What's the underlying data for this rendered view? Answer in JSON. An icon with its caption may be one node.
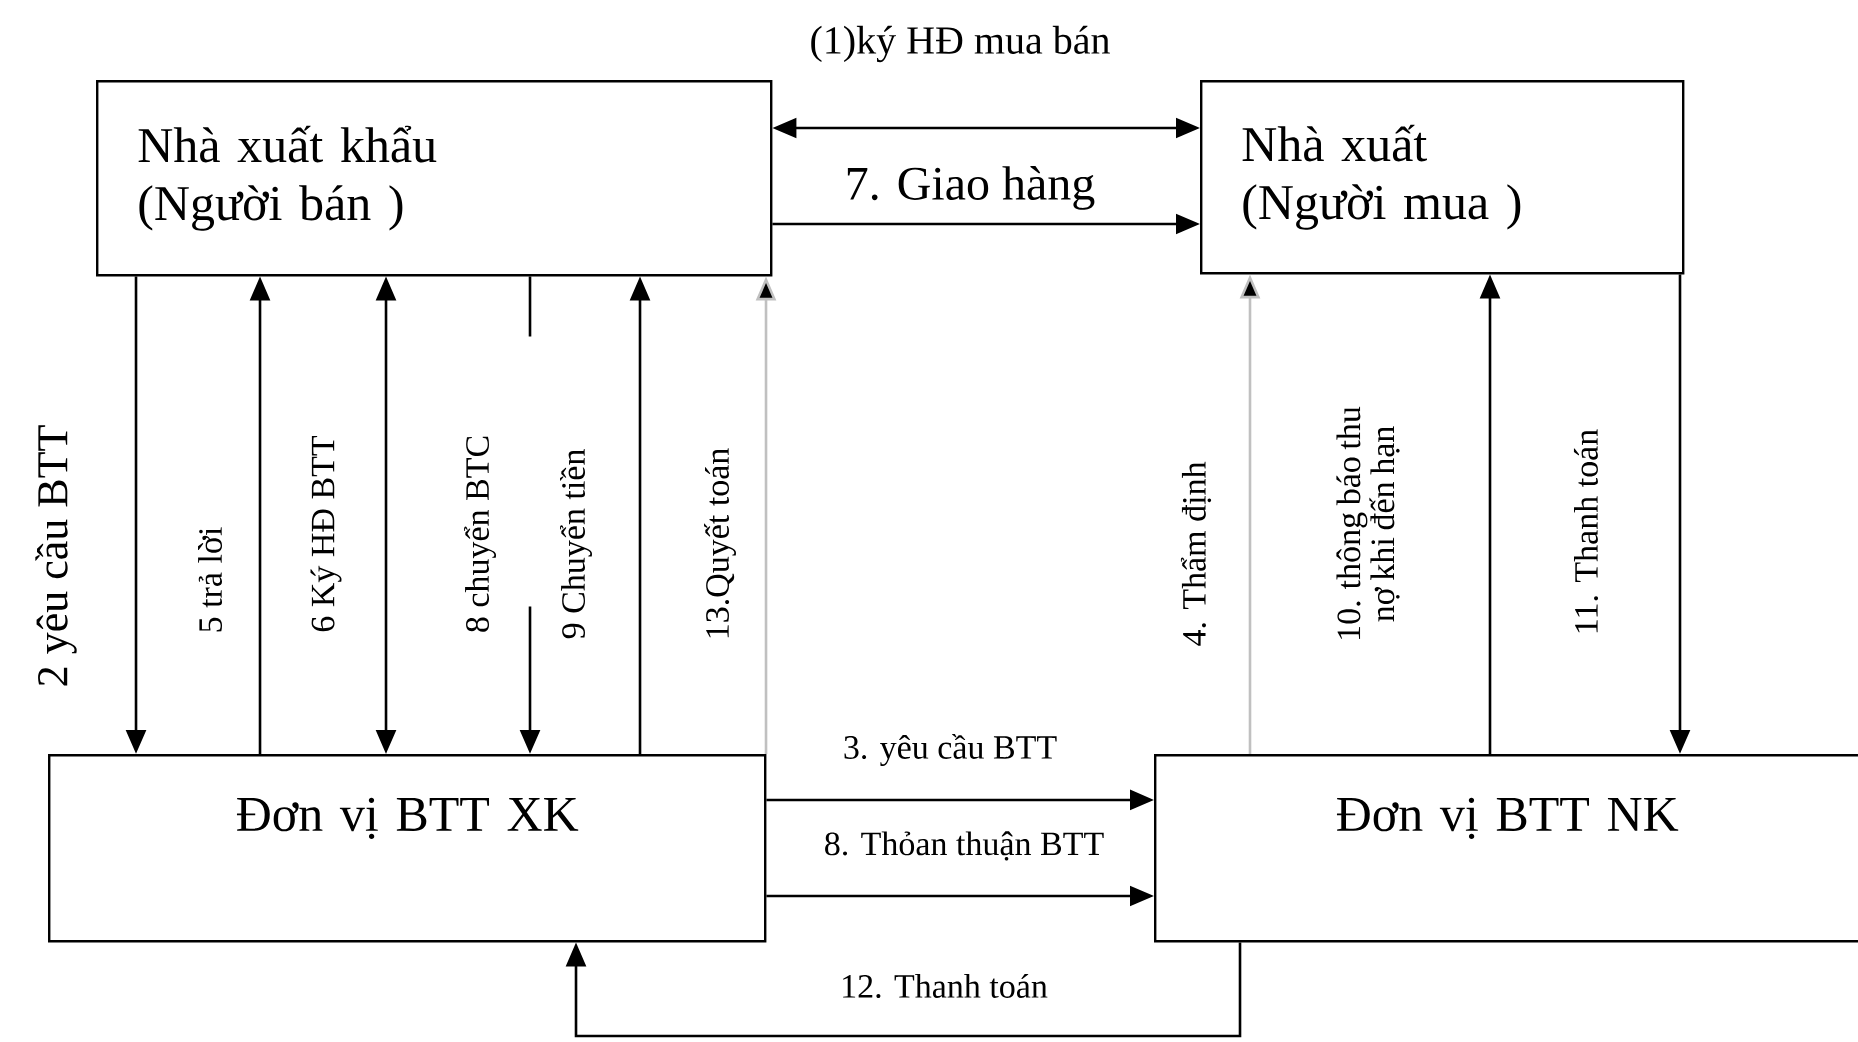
{
  "diagram": {
    "nodes": [
      {
        "text": [
          "Nhà xuất khẩu (Người bán )"
        ]
      },
      {
        "text": [
          "Nhà xuất (Người mua )"
        ]
      },
      {
        "text": [
          "Đơn vị BTT XK"
        ]
      },
      {
        "text": [
          "Đơn vị BTT NK"
        ]
      }
    ],
    "edges": [
      {
        "from": 0,
        "to": 1,
        "arrow": "both",
        "label": "(1)ký HĐ mua bán"
      },
      {
        "from": 0,
        "to": 1,
        "arrow": "to",
        "label": "7. Giao hàng"
      },
      {
        "from": 0,
        "to": 2,
        "arrow": "to",
        "label": "2 yêu cầu BTT"
      },
      {
        "from": 2,
        "to": 0,
        "arrow": "to",
        "label": "5 trả lời"
      },
      {
        "from": 0,
        "to": 2,
        "arrow": "both",
        "label": "6 Ký HĐ BTT"
      },
      {
        "from": 0,
        "to": 2,
        "arrow": "to",
        "label": "8 chuyển BTC",
        "style": "dashed"
      },
      {
        "from": 2,
        "to": 0,
        "arrow": "to",
        "label": "9 Chuyển tiền"
      },
      {
        "from": 2,
        "to": 0,
        "arrow": "to",
        "label": "13.Quyết toán",
        "color": "#c0c0c0"
      },
      {
        "from": 2,
        "to": 3,
        "arrow": "to",
        "label": "3. yêu cầu BTT"
      },
      {
        "from": 2,
        "to": 3,
        "arrow": "to",
        "label": "8. Thỏan thuận BTT"
      },
      {
        "from": 3,
        "to": 1,
        "arrow": "to",
        "label": "4. Thẩm định",
        "color": "#c0c0c0"
      },
      {
        "from": 3,
        "to": 1,
        "arrow": "to",
        "label": "10. thông báo thu nợ khi đến hạn"
      },
      {
        "from": 1,
        "to": 3,
        "arrow": "to",
        "label": "11. Thanh toán"
      },
      {
        "from": 3,
        "to": 2,
        "arrow": "to",
        "label": "12. Thanh toán"
      }
    ]
  }
}
